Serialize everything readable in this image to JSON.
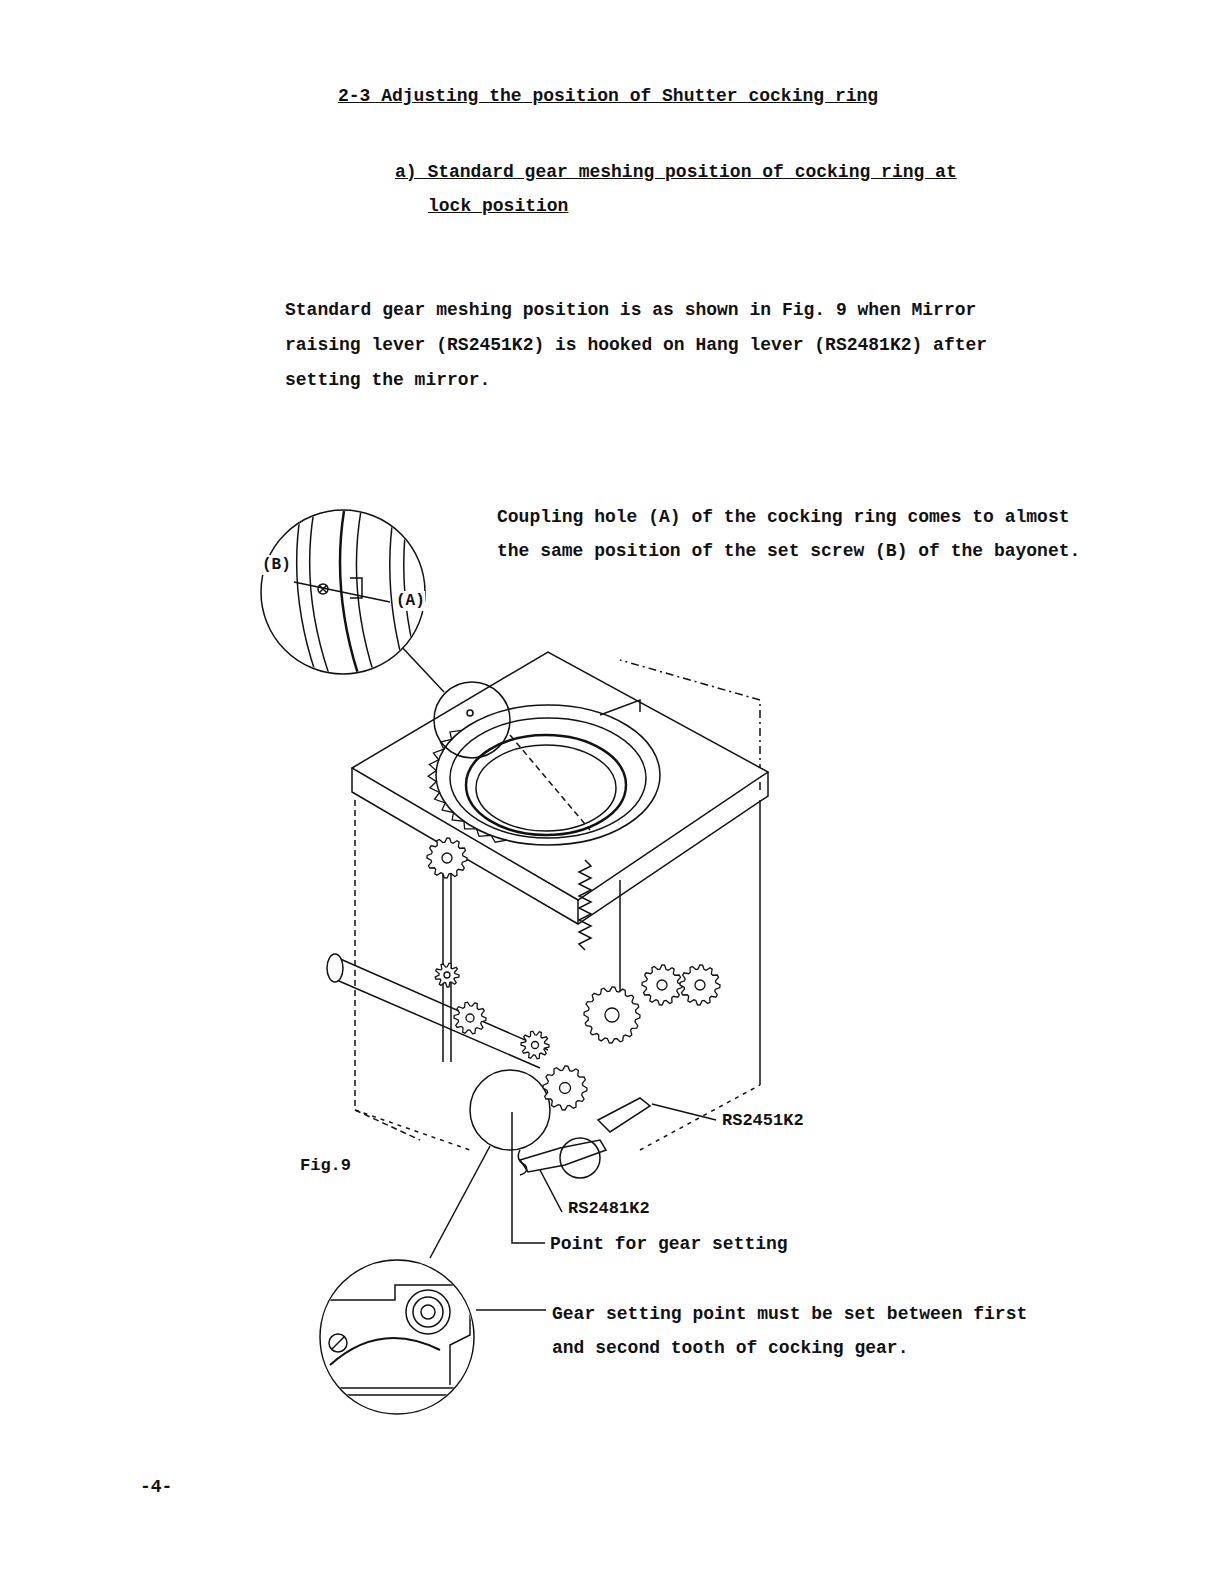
{
  "diagram": {
    "title": "2-3 Adjusting the position of Shutter cocking ring",
    "labels": [
      "a) Standard gear meshing position of cocking ring at lock position",
      "Standard gear meshing position is as shown in Fig. 9 when Mirror raising lever (RS2451K2) is hooked on Hang lever (RS2481K2) after setting the mirror.",
      "Coupling hole (A) of the cocking ring comes to almost the same position of the set screw (B) of the bayonet.",
      "(B)",
      "(A)",
      "RS2451K2",
      "Fig.9",
      "RS2481K2",
      "Point for gear setting",
      "Gear setting point must be set between first and second tooth of cocking gear.",
      "-4-"
    ]
  }
}
